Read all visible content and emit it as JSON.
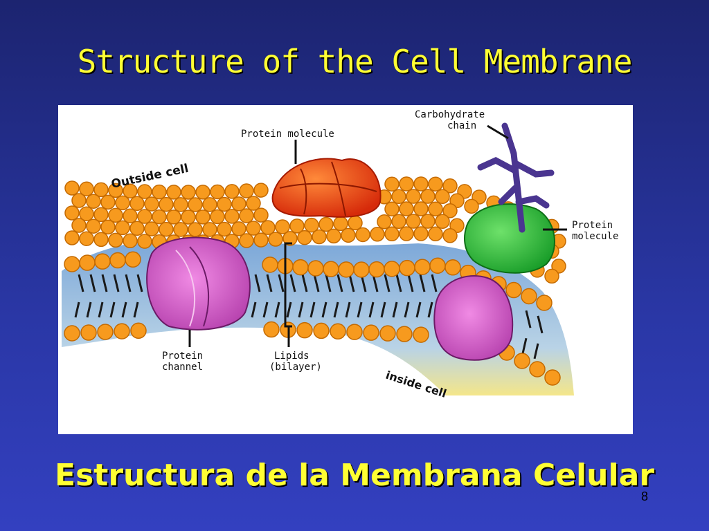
{
  "slide": {
    "title": "Structure of the Cell Membrane",
    "subtitle": "Estructura de la Membrana Celular",
    "page_number": "8"
  },
  "diagram": {
    "labels": {
      "outside_cell": "Outside cell",
      "inside_cell": "inside cell",
      "protein_molecule_top": "Protein molecule",
      "carbohydrate_line1": "Carbohydrate",
      "carbohydrate_line2": "chain",
      "protein_molecule_right_line1": "Protein",
      "protein_molecule_right_line2": "molecule",
      "protein_channel_line1": "Protein",
      "protein_channel_line2": "channel",
      "lipids_line1": "Lipids",
      "lipids_line2": "(bilayer)"
    },
    "colors": {
      "lipid_head": "#f79a1e",
      "lipid_head_stroke": "#c46a00",
      "membrane_core": "#8fb7e0",
      "protein_red": "#ee4a12",
      "protein_green": "#2fbf3a",
      "protein_channel": "#d860c6",
      "carbohydrate": "#4a3590"
    }
  }
}
